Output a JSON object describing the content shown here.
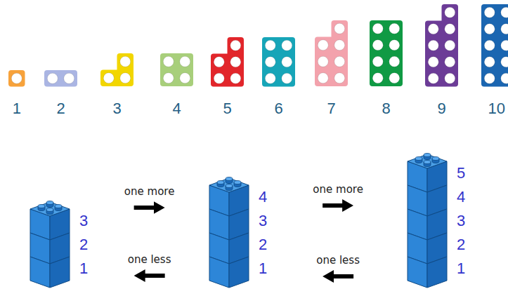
{
  "diagram": {
    "nodes": [
      {
        "text": [
          "1"
        ]
      },
      {
        "text": [
          "2"
        ]
      },
      {
        "text": [
          "3"
        ]
      },
      {
        "text": [
          "4"
        ]
      },
      {
        "text": [
          "5"
        ]
      },
      {
        "text": [
          "6"
        ]
      },
      {
        "text": [
          "7"
        ]
      },
      {
        "text": [
          "8"
        ]
      },
      {
        "text": [
          "9"
        ]
      },
      {
        "text": [
          "10"
        ]
      },
      {
        "text": [
          "3",
          "2",
          "1"
        ]
      },
      {
        "text": [
          "4",
          "3",
          "2",
          "1"
        ]
      },
      {
        "text": [
          "5",
          "4",
          "3",
          "2",
          "1"
        ]
      }
    ],
    "edges": [
      {
        "from": 10,
        "to": 11,
        "label": "one more",
        "arrow": "to"
      },
      {
        "from": 11,
        "to": 10,
        "label": "one less",
        "arrow": "to"
      },
      {
        "from": 11,
        "to": 12,
        "label": "one more",
        "arrow": "to"
      },
      {
        "from": 12,
        "to": 11,
        "label": "one less",
        "arrow": "to"
      }
    ]
  }
}
